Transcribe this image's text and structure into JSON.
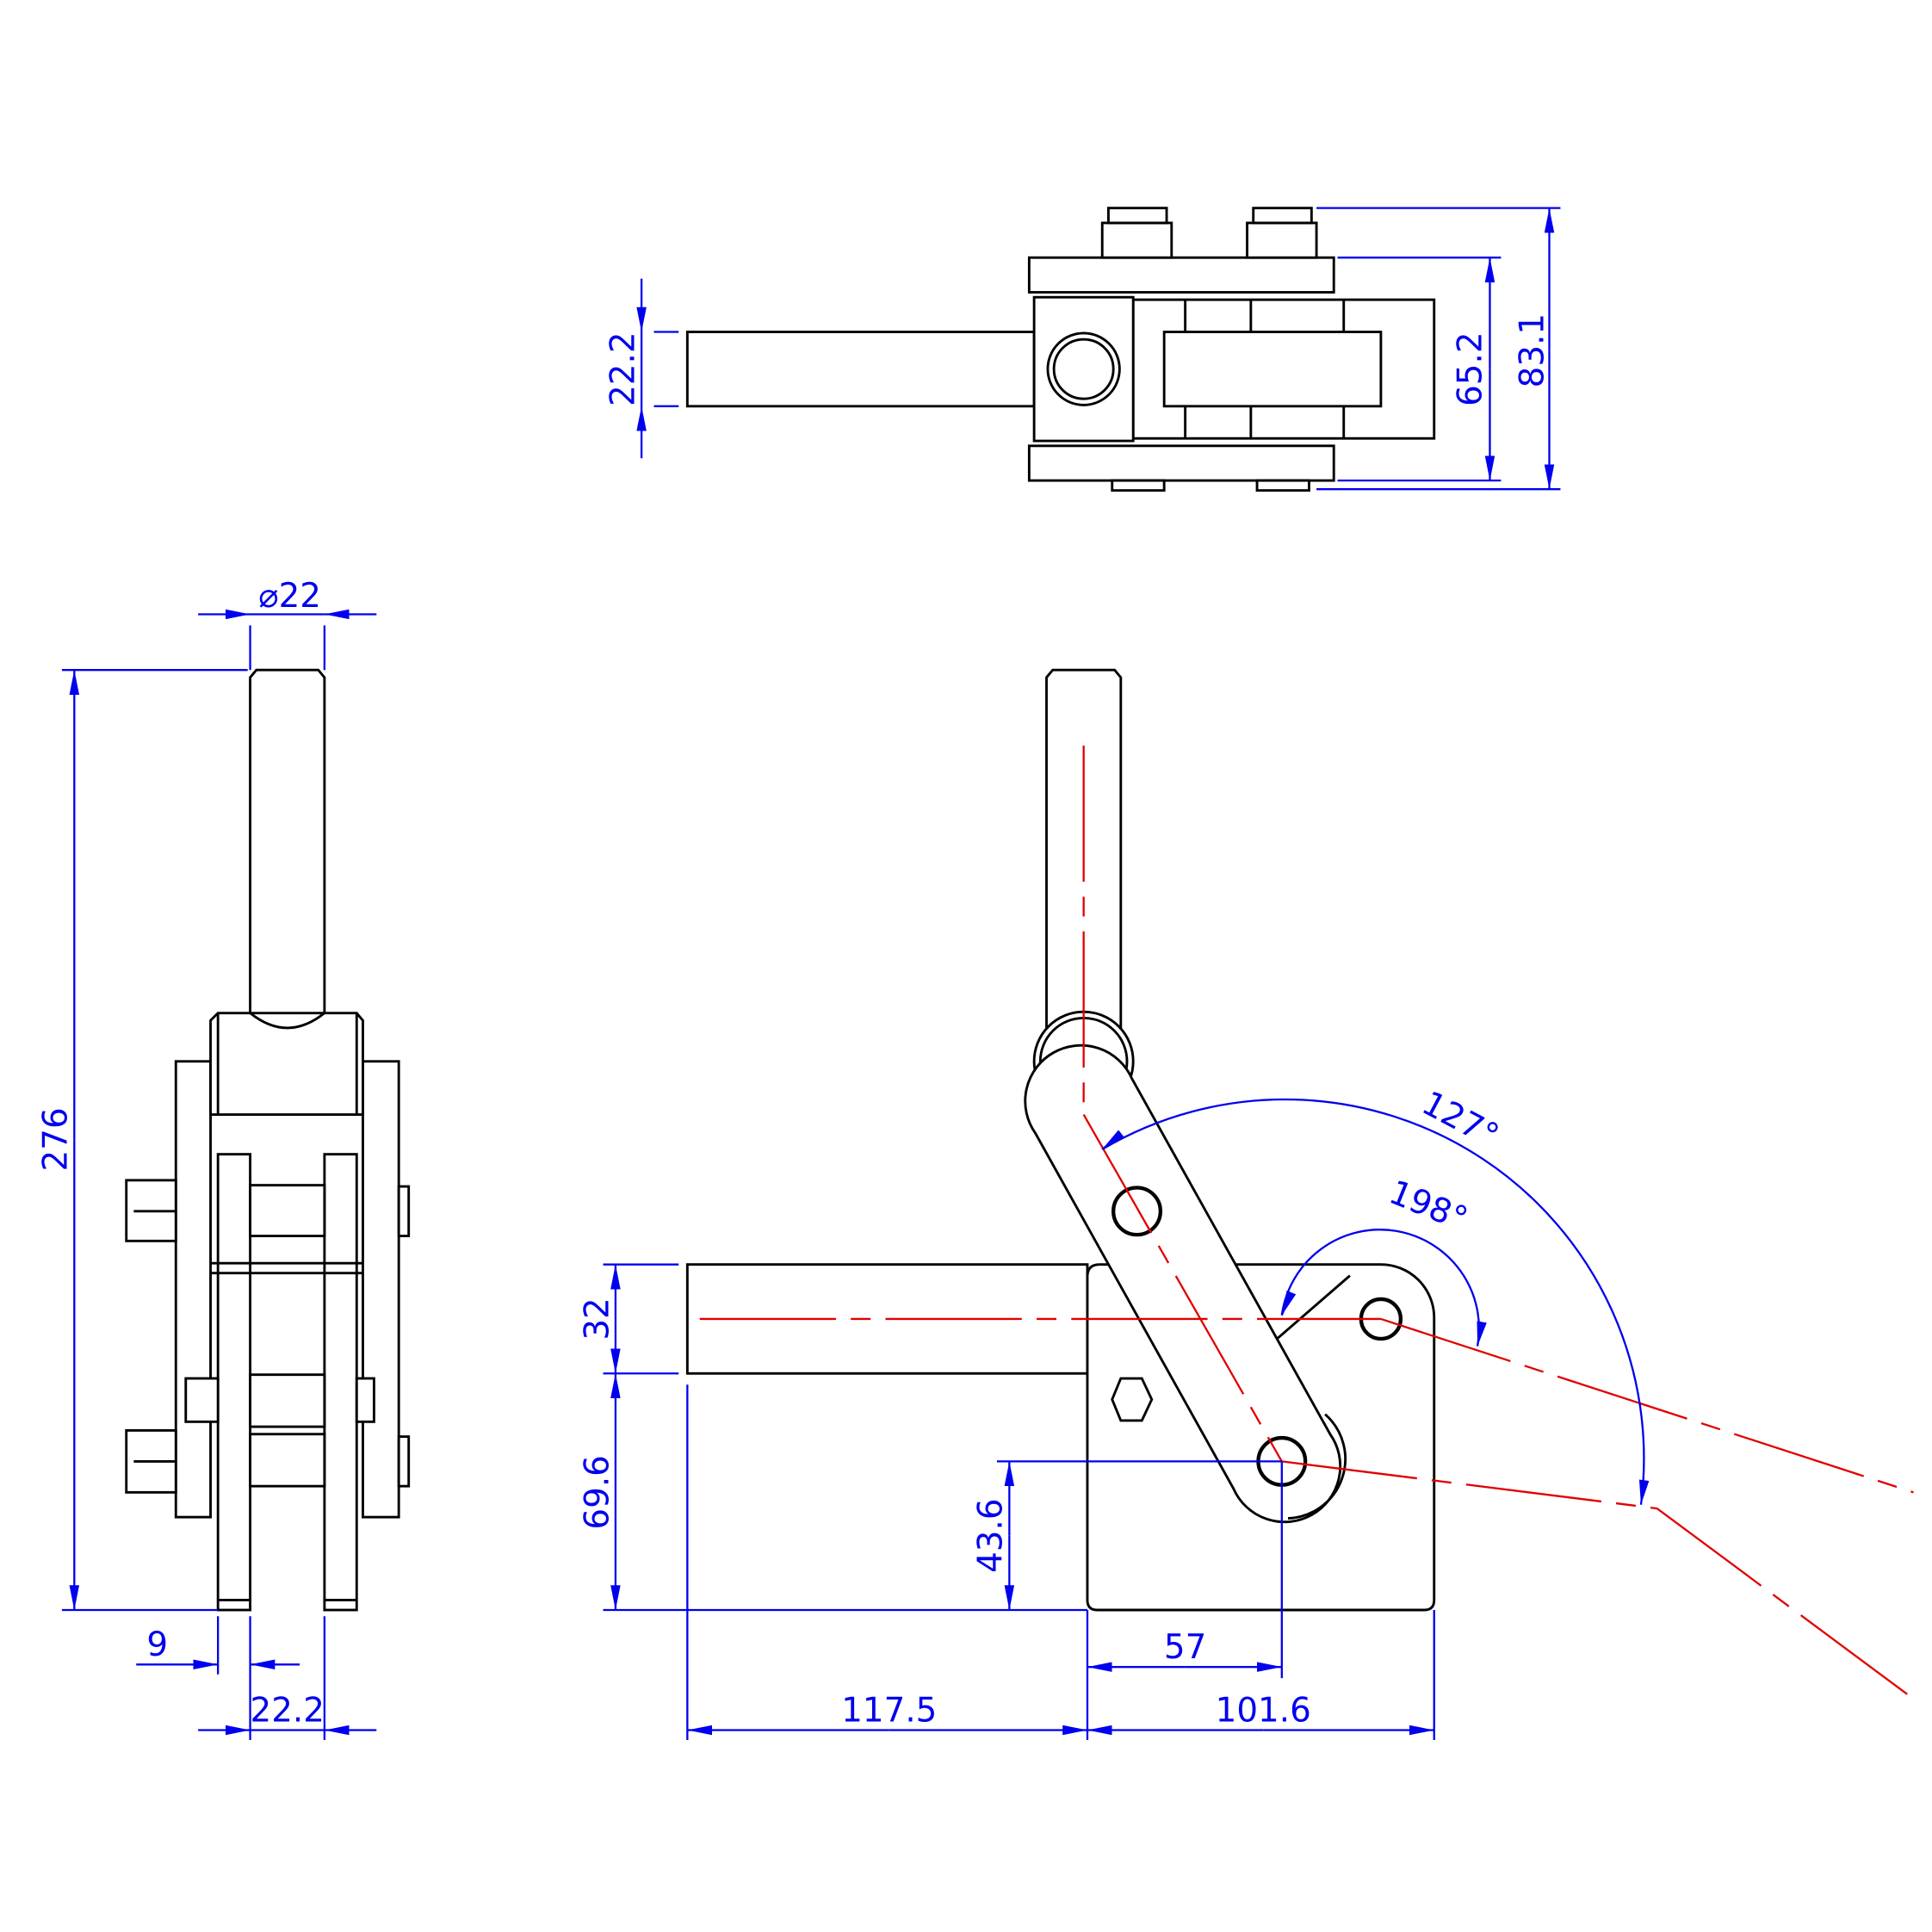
{
  "drawing": {
    "top_view": {
      "dim_handle_width": "22.2",
      "dim_body_width": "65.2",
      "dim_overall_width": "83.1"
    },
    "side_view": {
      "dim_handle_diameter": "⌀22",
      "dim_overall_height": "276",
      "dim_plate_thickness": "9",
      "dim_plate_gap": "22.2"
    },
    "front_view": {
      "dim_bar_height": "32",
      "dim_base_to_bar": "69.6",
      "dim_pivot_height": "43.6",
      "dim_pivot_offset": "57",
      "dim_bar_length": "117.5",
      "dim_base_length": "101.6",
      "angle_handle": "127°",
      "angle_arm": "198°"
    },
    "colors": {
      "outline": "#000000",
      "centerline": "#e00000",
      "dimension": "#0000ee"
    }
  }
}
